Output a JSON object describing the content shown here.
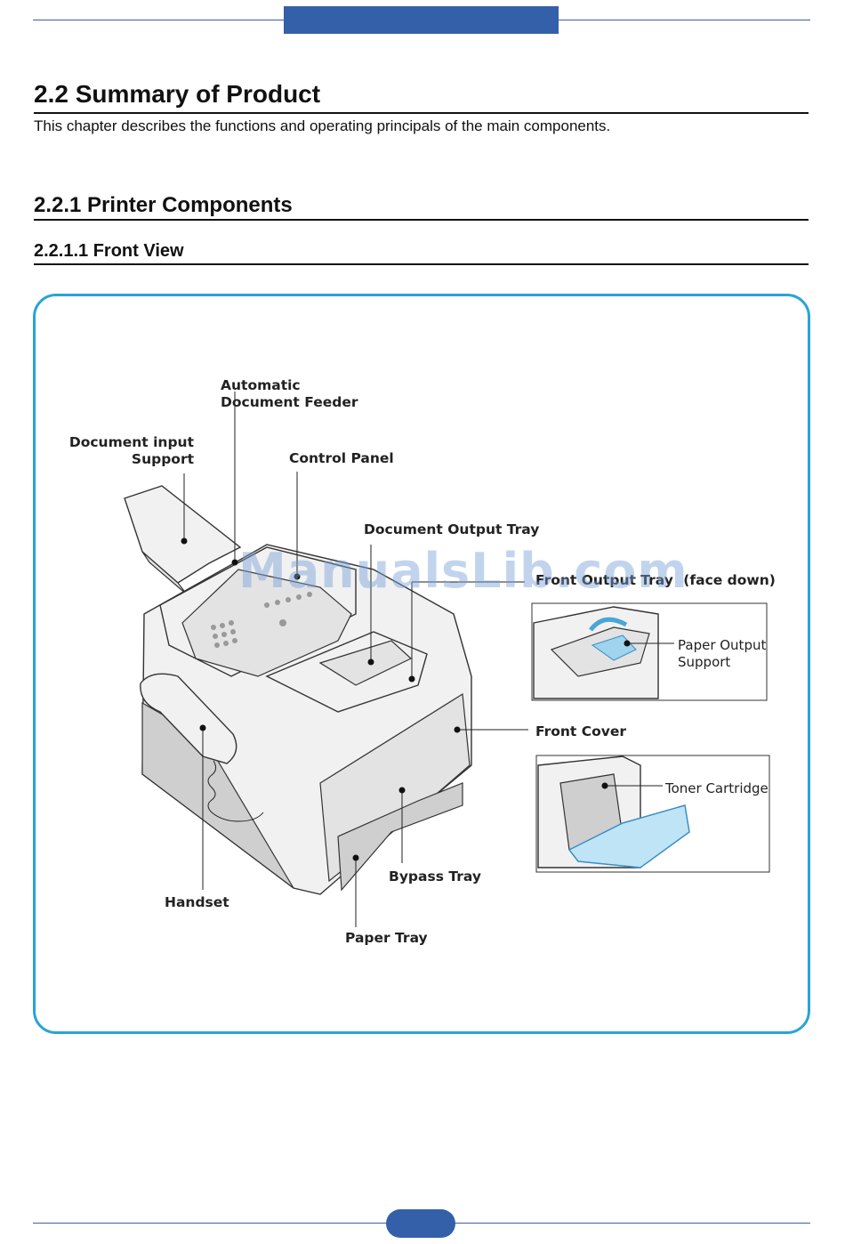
{
  "header": {
    "bar_color": "#3360a8"
  },
  "section": {
    "title": "2.2  Summary of Product",
    "intro": "This chapter describes the functions and operating principals of the main components."
  },
  "subsection": {
    "title": "2.2.1 Printer Components"
  },
  "subsubsection": {
    "title": "2.2.1.1 Front View"
  },
  "figure": {
    "frame_color": "#2aa3d8",
    "labels": {
      "adf_line1": "Automatic",
      "adf_line2": "Document Feeder",
      "doc_input_line1": "Document input",
      "doc_input_line2": "Support",
      "control_panel": "Control Panel",
      "doc_output_tray": "Document Output Tray",
      "front_output_tray": "Front Output Tray",
      "front_output_tray_note": "(face down)",
      "paper_output_support_line1": "Paper Output",
      "paper_output_support_line2": "Support",
      "front_cover": "Front Cover",
      "toner_cartridge": "Toner Cartridge",
      "bypass_tray": "Bypass Tray",
      "handset": "Handset",
      "paper_tray": "Paper Tray"
    },
    "watermark": "ManualsLib.com"
  },
  "footer": {
    "pill_color": "#3360a8"
  }
}
